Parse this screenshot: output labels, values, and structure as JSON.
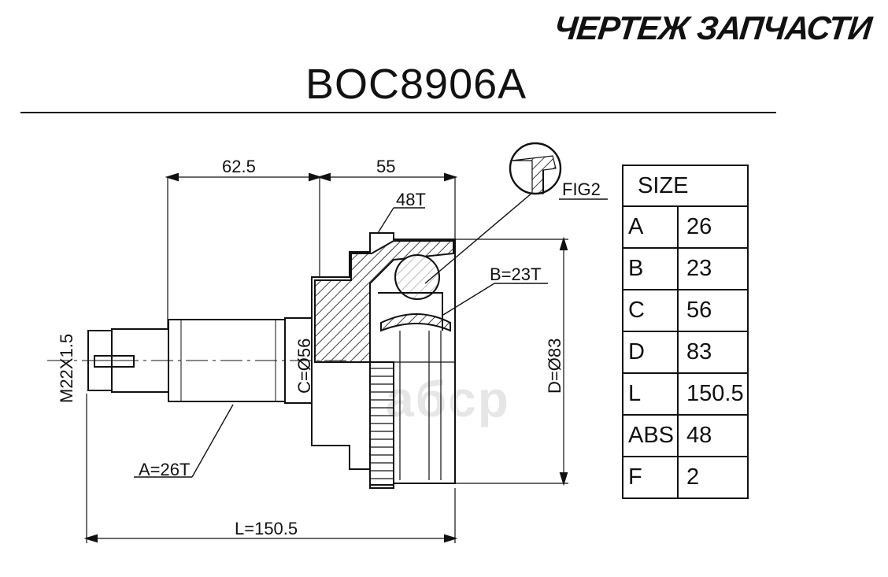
{
  "header": {
    "banner": "ЧЕРТЕЖ ЗАПЧАСТИ",
    "part_number": "BOC8906A"
  },
  "labels": {
    "dim_62_5": "62.5",
    "dim_55": "55",
    "teeth_48": "48T",
    "fig2": "FIG2",
    "b_spline": "B=23T",
    "c_diam": "C=Ø56",
    "d_diam": "D=Ø83",
    "thread": "M22X1.5",
    "a_spline": "A=26T",
    "length": "L=150.5"
  },
  "watermark": "aбcp",
  "size_table": {
    "header": "SIZE",
    "rows": [
      {
        "key": "A",
        "value": "26"
      },
      {
        "key": "B",
        "value": "23"
      },
      {
        "key": "C",
        "value": "56"
      },
      {
        "key": "D",
        "value": "83"
      },
      {
        "key": "L",
        "value": "150.5"
      },
      {
        "key": "ABS",
        "value": "48"
      },
      {
        "key": "F",
        "value": "2"
      }
    ]
  }
}
